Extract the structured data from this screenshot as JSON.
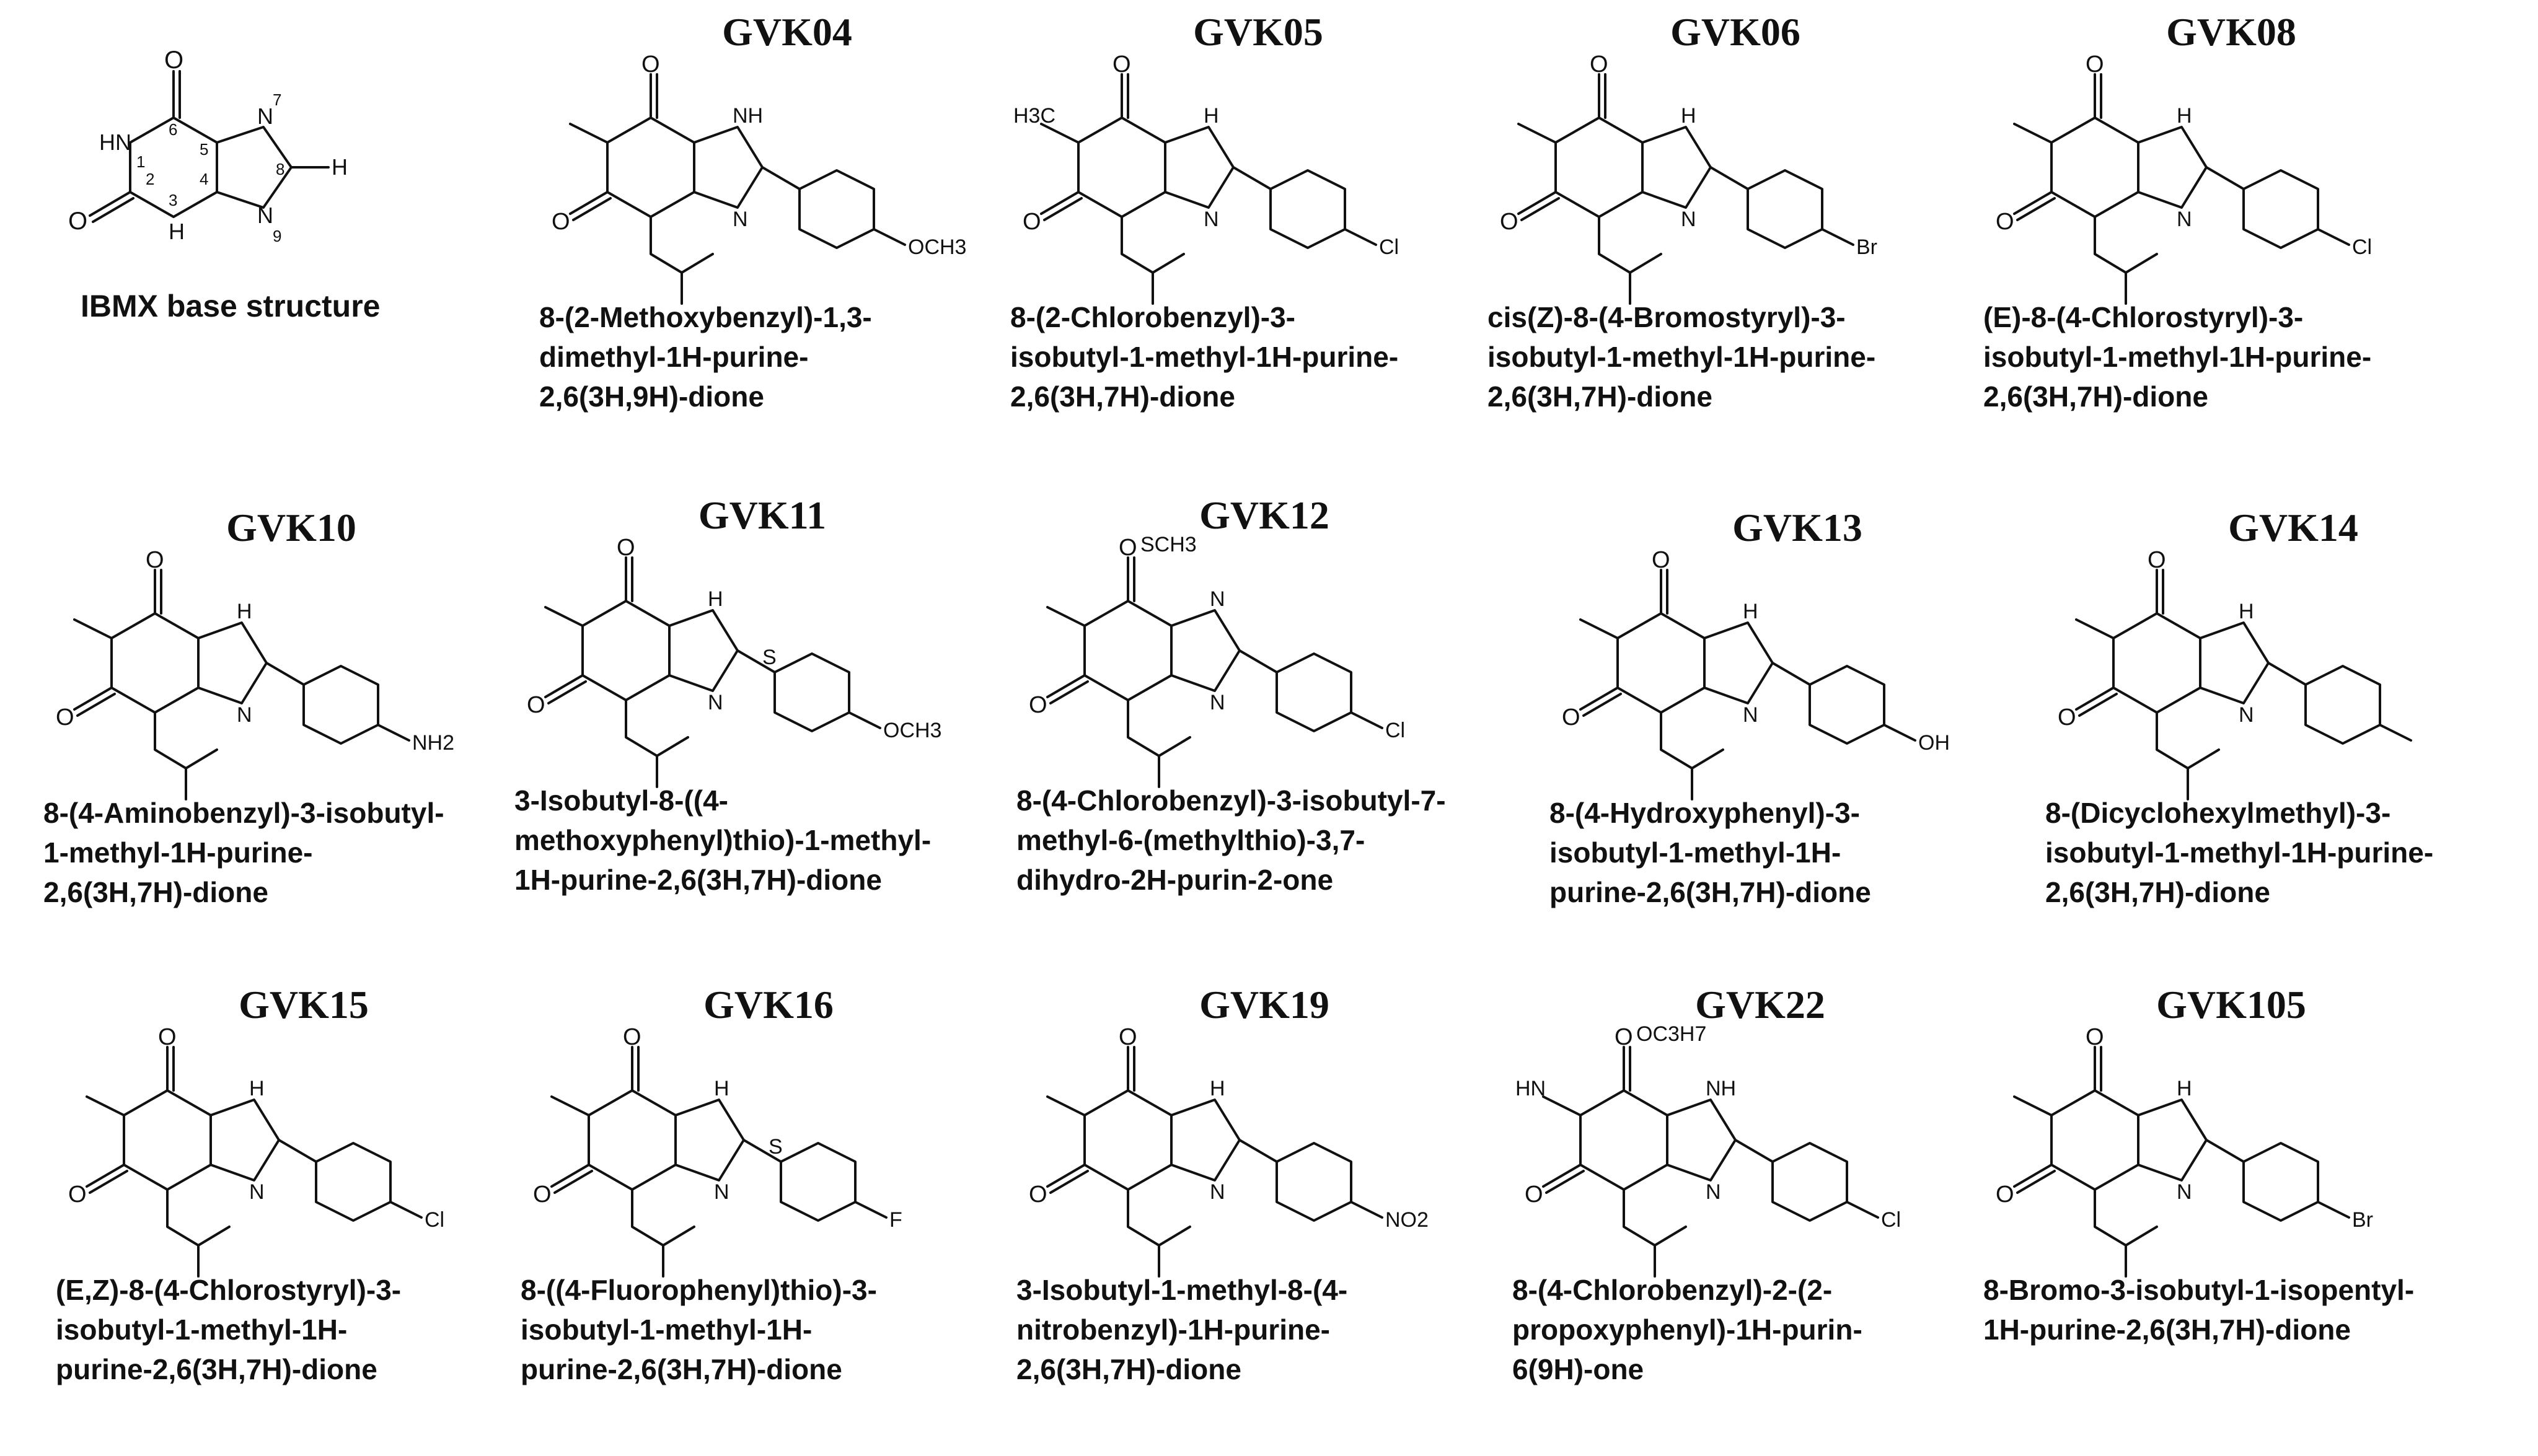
{
  "base": {
    "label": "IBMX base structure",
    "atoms": {
      "o6": "O",
      "o2": "O",
      "hn1": "HN",
      "n9": "N",
      "h3": "H",
      "n7": "N",
      "h8": "H"
    },
    "numbers": [
      "1",
      "2",
      "3",
      "4",
      "5",
      "6",
      "7",
      "8",
      "9"
    ]
  },
  "compounds": [
    {
      "code": "GVK04",
      "name": [
        "8-(2-Methoxybenzyl)-1,3-",
        "dimethyl-1H-purine-",
        "2,6(3H,9H)-dione"
      ],
      "substituent": "OCH3",
      "nh": "NH"
    },
    {
      "code": "GVK05",
      "name": [
        "8-(2-Chlorobenzyl)-3-",
        "isobutyl-1-methyl-1H-purine-",
        "2,6(3H,7H)-dione"
      ],
      "substituent": "Cl",
      "methyl": "H3C",
      "nh": "H"
    },
    {
      "code": "GVK06",
      "name": [
        "cis(Z)-8-(4-Bromostyryl)-3-",
        "isobutyl-1-methyl-1H-purine-",
        "2,6(3H,7H)-dione"
      ],
      "substituent": "Br",
      "nh": "H"
    },
    {
      "code": "GVK08",
      "name": [
        "(E)-8-(4-Chlorostyryl)-3-",
        "isobutyl-1-methyl-1H-purine-",
        "2,6(3H,7H)-dione"
      ],
      "substituent": "Cl",
      "nh": "H"
    },
    {
      "code": "GVK10",
      "name": [
        "8-(4-Aminobenzyl)-3-isobutyl-",
        "1-methyl-1H-purine-",
        "2,6(3H,7H)-dione"
      ],
      "substituent": "NH2",
      "nh": "H"
    },
    {
      "code": "GVK11",
      "name": [
        "3-Isobutyl-8-((4-",
        "methoxyphenyl)thio)-1-methyl-",
        "1H-purine-2,6(3H,7H)-dione"
      ],
      "substituent": "OCH3",
      "linker": "S",
      "nh": "H"
    },
    {
      "code": "GVK12",
      "name": [
        "8-(4-Chlorobenzyl)-3-isobutyl-7-",
        "methyl-6-(methylthio)-3,7-",
        "dihydro-2H-purin-2-one"
      ],
      "substituent": "Cl",
      "top": "SCH3",
      "nh": "N"
    },
    {
      "code": "GVK13",
      "name": [
        "8-(4-Hydroxyphenyl)-3-",
        "isobutyl-1-methyl-1H-",
        "purine-2,6(3H,7H)-dione"
      ],
      "substituent": "OH",
      "nh": "H"
    },
    {
      "code": "GVK14",
      "name": [
        "8-(Dicyclohexylmethyl)-3-",
        "isobutyl-1-methyl-1H-purine-",
        "2,6(3H,7H)-dione"
      ],
      "substituent": "",
      "nh": "H"
    },
    {
      "code": "GVK15",
      "name": [
        "(E,Z)-8-(4-Chlorostyryl)-3-",
        "isobutyl-1-methyl-1H-",
        "purine-2,6(3H,7H)-dione"
      ],
      "substituent": "Cl",
      "nh": "H"
    },
    {
      "code": "GVK16",
      "name": [
        "8-((4-Fluorophenyl)thio)-3-",
        "isobutyl-1-methyl-1H-",
        "purine-2,6(3H,7H)-dione"
      ],
      "substituent": "F",
      "linker": "S",
      "nh": "H"
    },
    {
      "code": "GVK19",
      "name": [
        "3-Isobutyl-1-methyl-8-(4-",
        "nitrobenzyl)-1H-purine-",
        "2,6(3H,7H)-dione"
      ],
      "substituent": "NO2",
      "nh": "H"
    },
    {
      "code": "GVK22",
      "name": [
        "8-(4-Chlorobenzyl)-2-(2-",
        "propoxyphenyl)-1H-purin-",
        "6(9H)-one"
      ],
      "substituent": "Cl",
      "top": "OC3H7",
      "methyl": "HN",
      "nh": "NH"
    },
    {
      "code": "GVK105",
      "name": [
        "8-Bromo-3-isobutyl-1-isopentyl-",
        "1H-purine-2,6(3H,7H)-dione"
      ],
      "substituent": "Br",
      "nh": "H"
    }
  ],
  "atom_letters": {
    "o": "O",
    "n": "N"
  }
}
